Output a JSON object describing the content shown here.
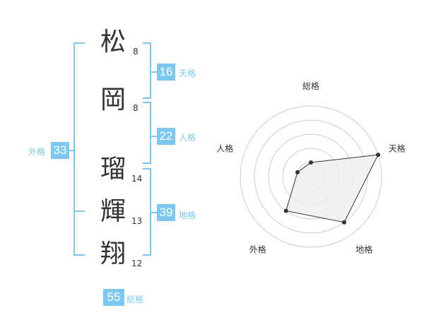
{
  "name": {
    "chars": [
      {
        "char": "松",
        "strokes": "8"
      },
      {
        "char": "岡",
        "strokes": "8"
      },
      {
        "char": "瑠",
        "strokes": "14"
      },
      {
        "char": "輝",
        "strokes": "13"
      },
      {
        "char": "翔",
        "strokes": "12"
      }
    ]
  },
  "kakusu": {
    "tenkaku": {
      "value": "16",
      "label": "天格"
    },
    "jinkaku": {
      "value": "22",
      "label": "人格"
    },
    "chikaku": {
      "value": "39",
      "label": "地格"
    },
    "gaikaku": {
      "value": "33",
      "label": "外格"
    },
    "soukaku": {
      "value": "55",
      "label": "総格"
    }
  },
  "chart_data": {
    "type": "radar",
    "axes": [
      "総格",
      "天格",
      "地格",
      "外格",
      "人格"
    ],
    "values": [
      1,
      5,
      4,
      3,
      1
    ],
    "max": 5,
    "grid": "concentric circles",
    "colors": {
      "line": "#333333",
      "fill": "#eeeeee",
      "grid": "#cccccc"
    }
  }
}
